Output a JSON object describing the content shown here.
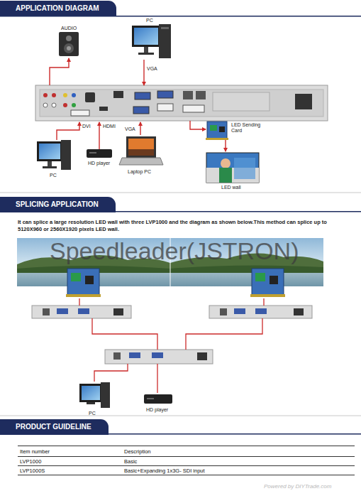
{
  "diagram": {
    "nodes": [
      {
        "text": [
          "APPLICATION DIAGRAM"
        ]
      },
      {
        "text": [
          "SPLICING APPLICATION"
        ]
      },
      {
        "text": [
          "PRODUCT GUIDELINE"
        ]
      }
    ],
    "labels": [
      "AUDIO",
      "PC",
      "VGA",
      "DVI",
      "HDMI",
      "VGA",
      "LED Sending Card",
      "PC",
      "HD player",
      "Laptop PC",
      "LED wall",
      "It can splice a large resolution LED wall with three LVP1000 and the diagram as shown below.This method can splice up to 5120X960 or 2560X1920 pixels LED wall.",
      "Speedleader(JSTRON)",
      "PC",
      "HD player",
      "Item number",
      "Description",
      "LVP1000",
      "Basic",
      "LVP1000S",
      "Basic+Expanding 1x3G- SDI input",
      "Powered by DIYTrade.com"
    ]
  }
}
